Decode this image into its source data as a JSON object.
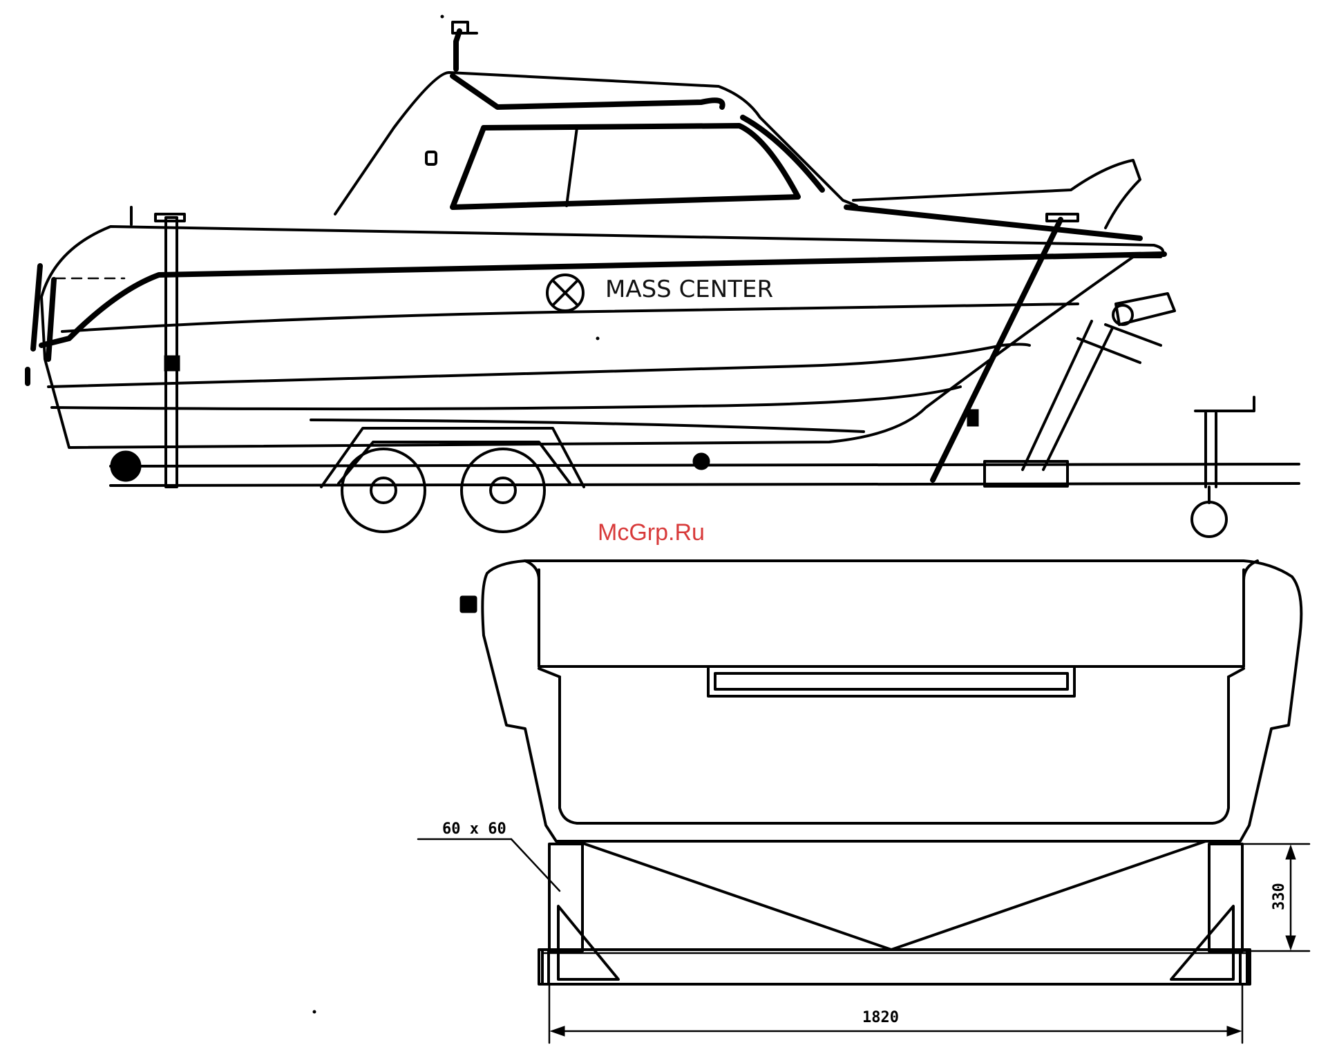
{
  "labels": {
    "mass_center": "MASS CENTER",
    "watermark": "McGrp.Ru",
    "profile_size": "60 x 60",
    "height_dim": "330",
    "width_dim": "1820"
  }
}
